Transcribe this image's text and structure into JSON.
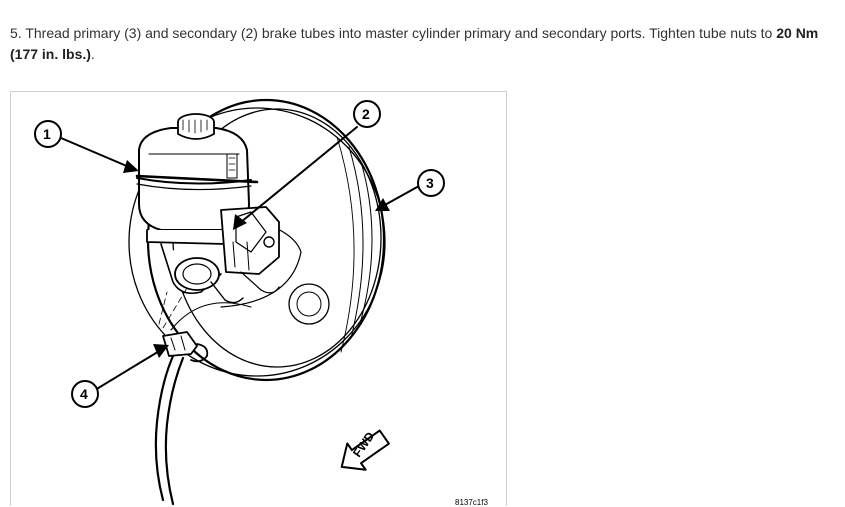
{
  "instruction": {
    "prefix": "5. Thread primary (3) and secondary (2) brake tubes into master cylinder primary and secondary ports. Tighten tube nuts to ",
    "torque_nm": "20 Nm",
    "space": " ",
    "torque_inlbs": "(177 in. lbs.)",
    "suffix": "."
  },
  "figure": {
    "callouts": [
      "1",
      "2",
      "3",
      "4"
    ],
    "direction_label": "FWD",
    "figure_id": "8137c1f3"
  }
}
